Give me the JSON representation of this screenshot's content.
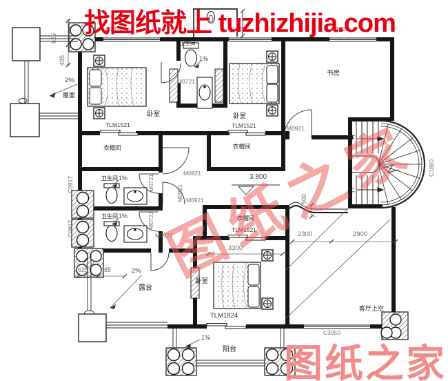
{
  "watermarks": {
    "top": "找图纸就上 tuzhizhijia.com",
    "diagonal": "图纸之家",
    "bottom_right": "图纸之家"
  },
  "rooms": {
    "bedroom": "卧室",
    "study": "书房",
    "bathroom": "卫生间",
    "cloakroom": "衣帽间",
    "terrace": "露台",
    "balcony": "阳台",
    "living_void": "客厅上空",
    "roof": "屋面",
    "stair_up": "上",
    "stair_down": "下"
  },
  "openings": {
    "window_c1820": "C1820",
    "window_c1880": "C1880",
    "window_c0917": "C0917",
    "window_c3050": "C3050",
    "door_tlm1521": "TLM1521",
    "door_tlm1824": "TLM1824",
    "door_m0921": "M0921",
    "door_m0721": "M0721"
  },
  "dimensions": {
    "d625": "625",
    "d485": "485",
    "d2300": "2300",
    "d2900": "2900",
    "d3300": "3300",
    "d500": "500",
    "level": "3.800",
    "slope_1": "1%",
    "slope_2": "2%"
  },
  "colors": {
    "line": "#1a1a1a",
    "dim_text": "#6f6f6f",
    "watermark_red": "#e60012",
    "watermark_pink": "#f28b8b"
  }
}
